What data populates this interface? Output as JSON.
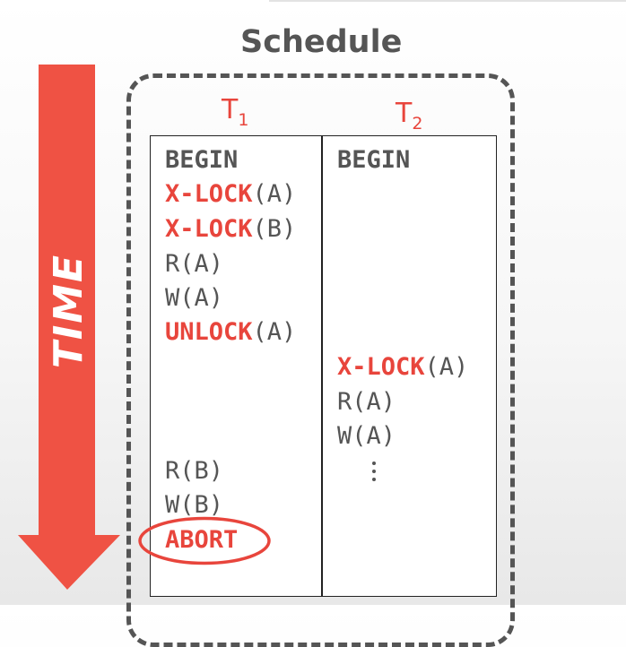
{
  "title": "Schedule",
  "time_label": "TIME",
  "colors": {
    "accent_red": "#e8453c",
    "arrow_red": "#ef5244",
    "text_gray": "#555555",
    "border_dark": "#222222"
  },
  "transactions": [
    {
      "label": "T",
      "subscript": "1",
      "operations": [
        {
          "keyword": "BEGIN",
          "arg": "",
          "style": "dark"
        },
        {
          "keyword": "X-LOCK",
          "arg": "(A)",
          "style": "red"
        },
        {
          "keyword": "X-LOCK",
          "arg": "(B)",
          "style": "red"
        },
        {
          "keyword": "",
          "arg": "R(A)",
          "style": "plain"
        },
        {
          "keyword": "",
          "arg": "W(A)",
          "style": "plain"
        },
        {
          "keyword": "UNLOCK",
          "arg": "(A)",
          "style": "red"
        },
        {
          "keyword": "",
          "arg": "R(B)",
          "style": "plain"
        },
        {
          "keyword": "",
          "arg": "W(B)",
          "style": "plain"
        },
        {
          "keyword": "ABORT",
          "arg": "",
          "style": "red",
          "highlighted": true
        }
      ]
    },
    {
      "label": "T",
      "subscript": "2",
      "operations": [
        {
          "keyword": "BEGIN",
          "arg": "",
          "style": "dark"
        },
        {
          "keyword": "X-LOCK",
          "arg": "(A)",
          "style": "red"
        },
        {
          "keyword": "",
          "arg": "R(A)",
          "style": "plain"
        },
        {
          "keyword": "",
          "arg": "W(A)",
          "style": "plain"
        }
      ]
    }
  ],
  "continuation_icon": "vertical-ellipsis-icon"
}
